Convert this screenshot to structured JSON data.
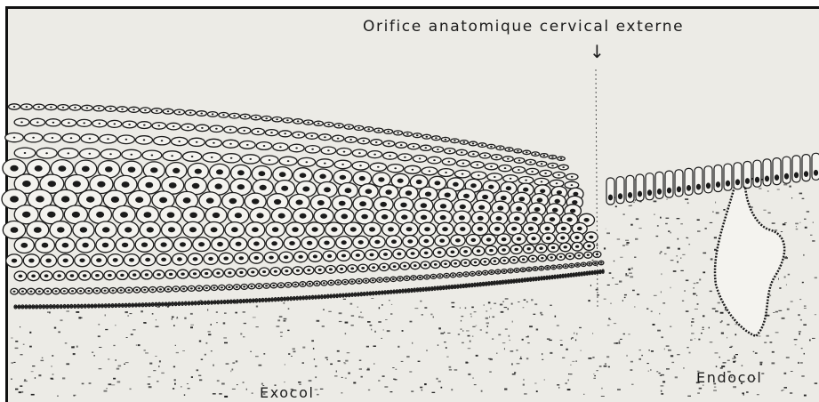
{
  "labels": {
    "orifice": "Orifice anatomique cervical externe",
    "exocol": "Exocol",
    "endocol": "Endocol"
  },
  "icons": {
    "arrow": "down-arrow"
  },
  "colors": {
    "background": "#ecebe6",
    "ink": "#1b1b1b"
  }
}
